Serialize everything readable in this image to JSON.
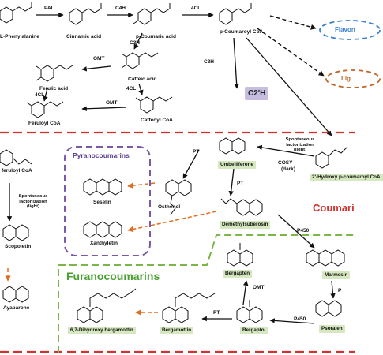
{
  "compounds": {
    "phenylalanine": "L-Phenylalanine",
    "cinnamic_acid": "Cinnamic acid",
    "p_coumaric_acid": "p-Coumaric acid",
    "p_coumaroyl_coa": "p-Coumaroyl CoA",
    "ferulic_acid": "Ferulic acid",
    "caffeic_acid": "Caffeic acid",
    "feruloyl_coa": "Feruloyl CoA",
    "caffeoyl_coa": "Caffeoyl CoA",
    "hydroxy_feruloyl_coa": "feruloyl CoA",
    "scopoletin": "Scopoletin",
    "ayaparone": "Ayaparone",
    "umbelliferone": "Umbelliferone",
    "hydroxy_p_coumaroyl": "2'-Hydroxy p-coumaroyl CoA",
    "osthenol": "Osthenol",
    "demethylsuberosin": "Demethylsuberosin",
    "seselin": "Seselin",
    "xanthyletin": "Xanthyletin",
    "bergapten": "Bergapten",
    "marmesin": "Marmesin",
    "psoralen": "Psoralen",
    "bergaptol": "Bergaptol",
    "bergamottin": "Bergamottin",
    "dihydroxy_bergamottin": "6,7-Dihydroxy bergamottin"
  },
  "enzymes": {
    "pal": "PAL",
    "c4h": "C4H",
    "fourcl_top": "4CL",
    "c3h_a": "C3H",
    "c3h_b": "C3H",
    "omt_a": "OMT",
    "fourcl_left": "4CL",
    "fourcl_mid": "4CL",
    "omt_b": "OMT",
    "pt_a": "PT",
    "pt_b": "PT",
    "cosy": "COSY",
    "cosy_note": "(dark)",
    "p450_a": "P450",
    "p450_b": "P450",
    "omt_c": "OMT",
    "pt_c": "PT",
    "pt_d": "P"
  },
  "notes": {
    "spont_right": "Spontaneous lactonization (light)",
    "spont_left": "Spontaneous lactonization (light)"
  },
  "groups": {
    "pyranocoumarins": "Pyranocoumarins",
    "furanocoumarins": "Furanocoumarins",
    "coumarins": "Coumari",
    "flavonoids": "Flavon",
    "lignins": "Lig",
    "c2h": "C2'H"
  },
  "colors": {
    "red_dash": "#d2322d",
    "green_dash": "#7ab648",
    "purple_dash": "#7a5aa8",
    "orange_arrow": "#e26d1e",
    "blue_oval": "#3c82d0",
    "brown_oval": "#c0672a",
    "compound_box": "#d6e8bf",
    "c2h_box": "#c6bde0"
  }
}
